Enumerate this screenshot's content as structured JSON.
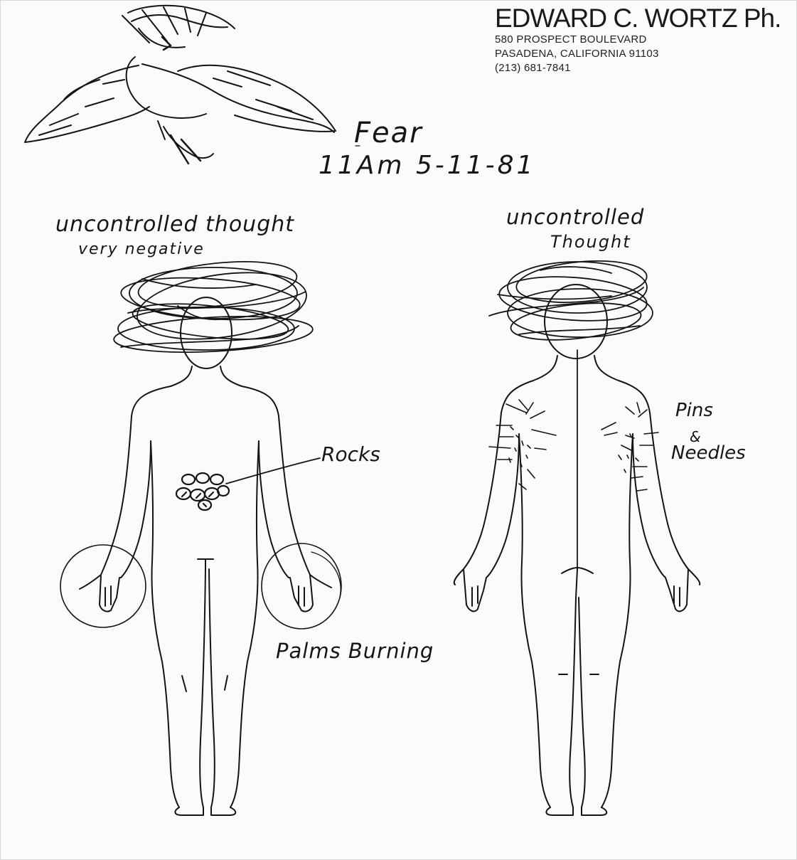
{
  "letterhead": {
    "name": "EDWARD C. WORTZ Ph.",
    "street": "580 PROSPECT BOULEVARD",
    "city": "PASADENA, CALIFORNIA 91103",
    "phone": "(213) 681-7841"
  },
  "heading": {
    "title": "Fear",
    "time_date": "11Am 5-11-81"
  },
  "front_figure": {
    "head_label_line1": "uncontrolled thought",
    "head_label_line2": "very negative",
    "abdomen_label": "Rocks",
    "hands_label": "Palms Burning"
  },
  "back_figure": {
    "head_label_line1": "uncontrolled",
    "head_label_line2": "Thought",
    "arms_label_line1": "Pins",
    "arms_label_amp": "&",
    "arms_label_line2": "Needles"
  }
}
